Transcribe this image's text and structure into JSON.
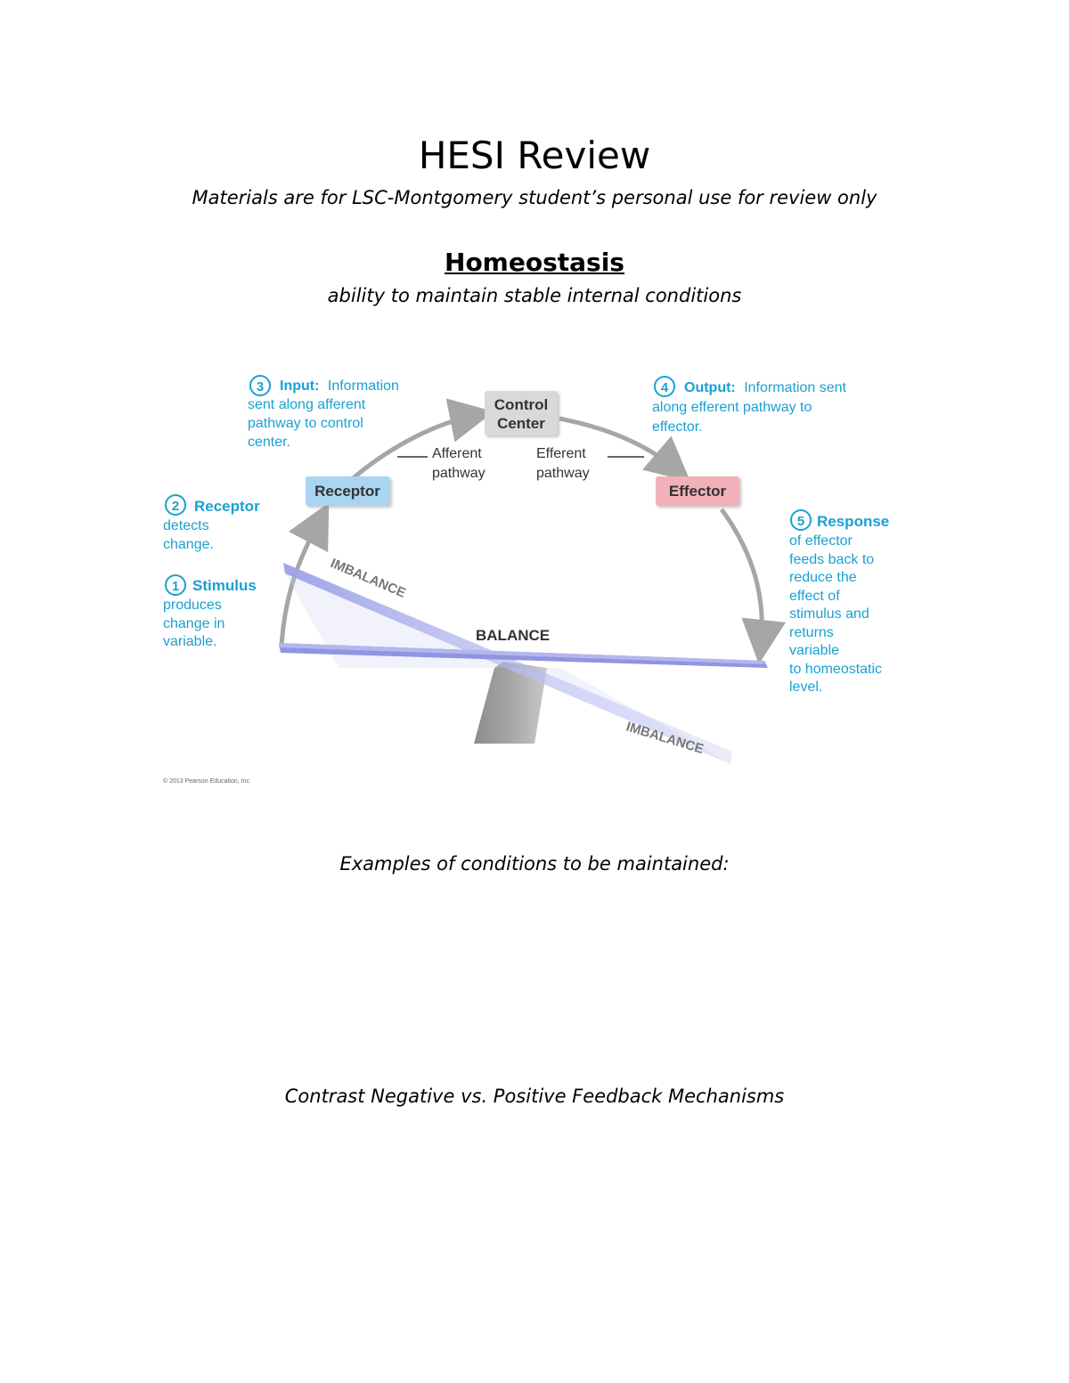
{
  "title": "HESI Review",
  "subtitle": "Materials are for LSC-Montgomery student’s personal use for review only",
  "heading": "Homeostasis",
  "definition": "ability to maintain stable internal conditions",
  "diagram": {
    "control_center": [
      "Control",
      "Center"
    ],
    "receptor": "Receptor",
    "effector": "Effector",
    "afferent": [
      "Afferent",
      "pathway"
    ],
    "efferent": [
      "Efferent",
      "pathway"
    ],
    "step3": {
      "num": "3",
      "head": "Input:",
      "lines": [
        "Information",
        "sent along afferent",
        "pathway to control",
        "center."
      ]
    },
    "step4": {
      "num": "4",
      "head": "Output:",
      "lines": [
        "Information sent",
        "along efferent pathway to",
        "effector."
      ]
    },
    "step2": {
      "num": "2",
      "head": "Receptor",
      "lines": [
        "detects",
        "change."
      ]
    },
    "step1": {
      "num": "1",
      "head": "Stimulus",
      "lines": [
        "produces",
        "change in",
        "variable."
      ]
    },
    "step5": {
      "num": "5",
      "head": "Response",
      "lines": [
        "of effector",
        "feeds back to",
        "reduce the",
        "effect of",
        "stimulus and",
        "returns",
        "variable",
        "to homeostatic",
        "level."
      ]
    },
    "imbalance": "IMBALANCE",
    "balance": "BALANCE",
    "copyright": "© 2013 Pearson Education, Inc.",
    "colors": {
      "accent": "#1aa0d2",
      "receptor_box": "#a9d4f2",
      "effector_box": "#f2b0b8",
      "control_box": "#d9d9d9",
      "beam": "#8f95e0"
    }
  },
  "examples_label": "Examples of conditions to be maintained:",
  "contrast_label": "Contrast Negative vs. Positive Feedback Mechanisms"
}
